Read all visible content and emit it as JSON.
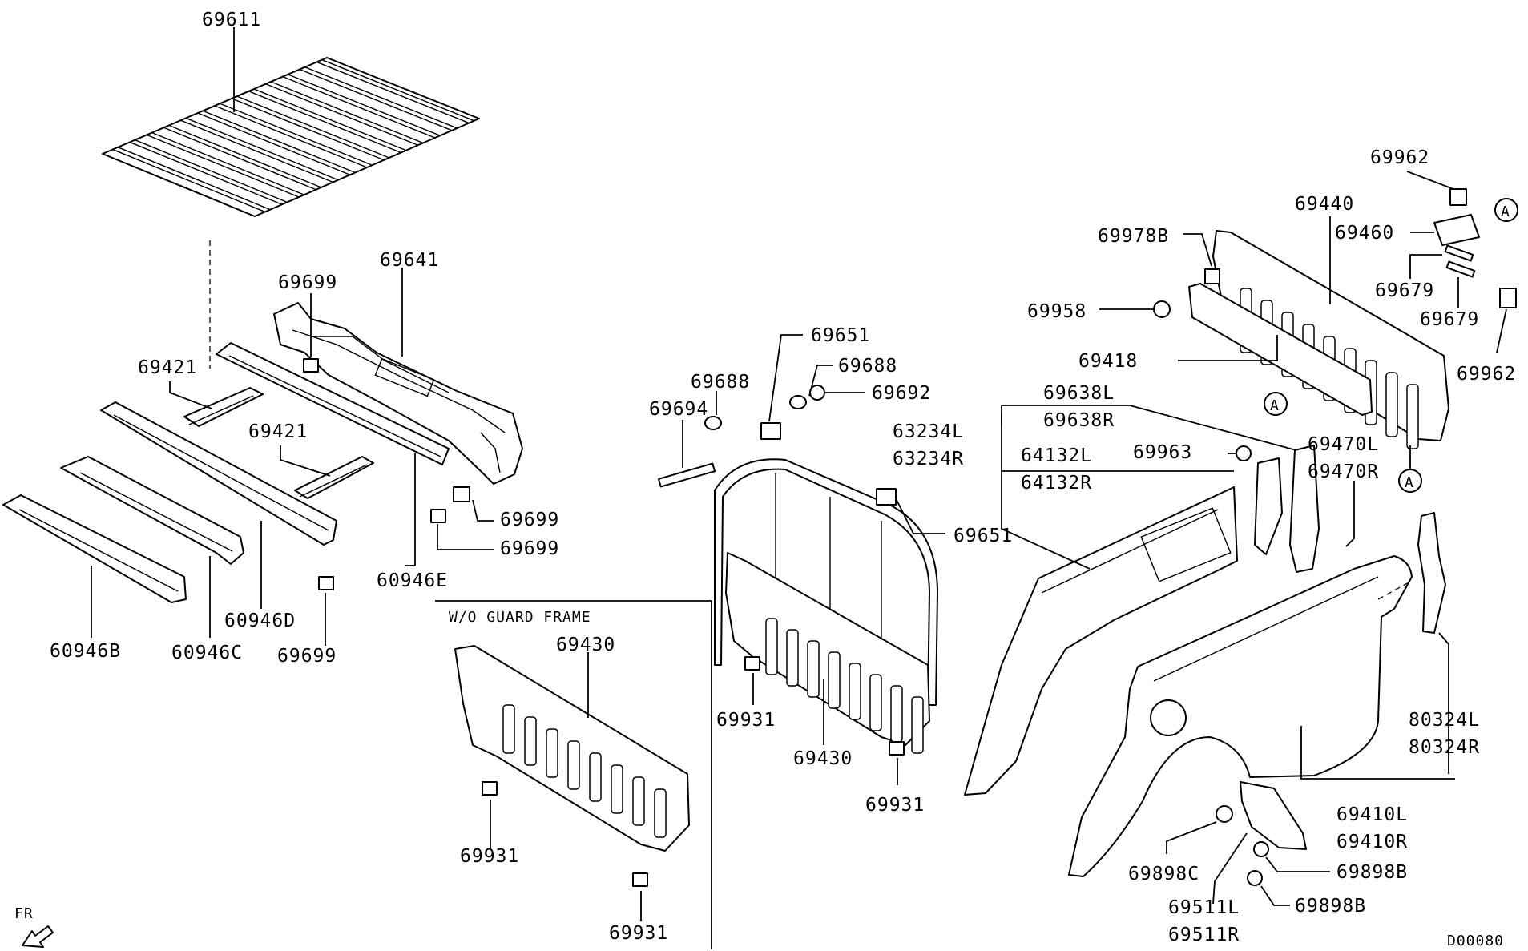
{
  "labels": {
    "p69611": "69611",
    "p69641": "69641",
    "p69699a": "69699",
    "p69421a": "69421",
    "p69421b": "69421",
    "p69699b": "69699",
    "p69699c": "69699",
    "p60946E": "60946E",
    "p60946D": "60946D",
    "p69699d": "69699",
    "p60946B": "60946B",
    "p60946C": "60946C",
    "p69651a": "69651",
    "p69688a": "69688",
    "p69688b": "69688",
    "p69692": "69692",
    "p69694": "69694",
    "p69651b": "69651",
    "p69931a": "69931",
    "p69430a": "69430",
    "p69931b": "69931",
    "p69430b": "69430",
    "p69931c": "69931",
    "p69931d": "69931",
    "p69962a": "69962",
    "p69440": "69440",
    "p69460": "69460",
    "p69978B": "69978B",
    "p69679a": "69679",
    "p69679b": "69679",
    "p69958": "69958",
    "p69962b": "69962",
    "p69418": "69418",
    "p69638L": "69638L",
    "p69638R": "69638R",
    "p63234L": "63234L",
    "p63234R": "63234R",
    "p64132L": "64132L",
    "p64132R": "64132R",
    "p69963": "69963",
    "p69470L": "69470L",
    "p69470R": "69470R",
    "p80324L": "80324L",
    "p80324R": "80324R",
    "p69410L": "69410L",
    "p69410R": "69410R",
    "p69898C": "69898C",
    "p69898Ba": "69898B",
    "p69898Bb": "69898B",
    "p69511L": "69511L",
    "p69511R": "69511R"
  },
  "callouts": {
    "a1": "A",
    "a2": "A",
    "a3": "A"
  },
  "notes": {
    "guard_frame": "W/O GUARD FRAME",
    "front": "FR",
    "drawing_code": "D00080"
  },
  "colors": {
    "line": "#000000",
    "background": "#ffffff"
  },
  "icons": {
    "front_arrow": "front-direction-arrow-icon"
  }
}
